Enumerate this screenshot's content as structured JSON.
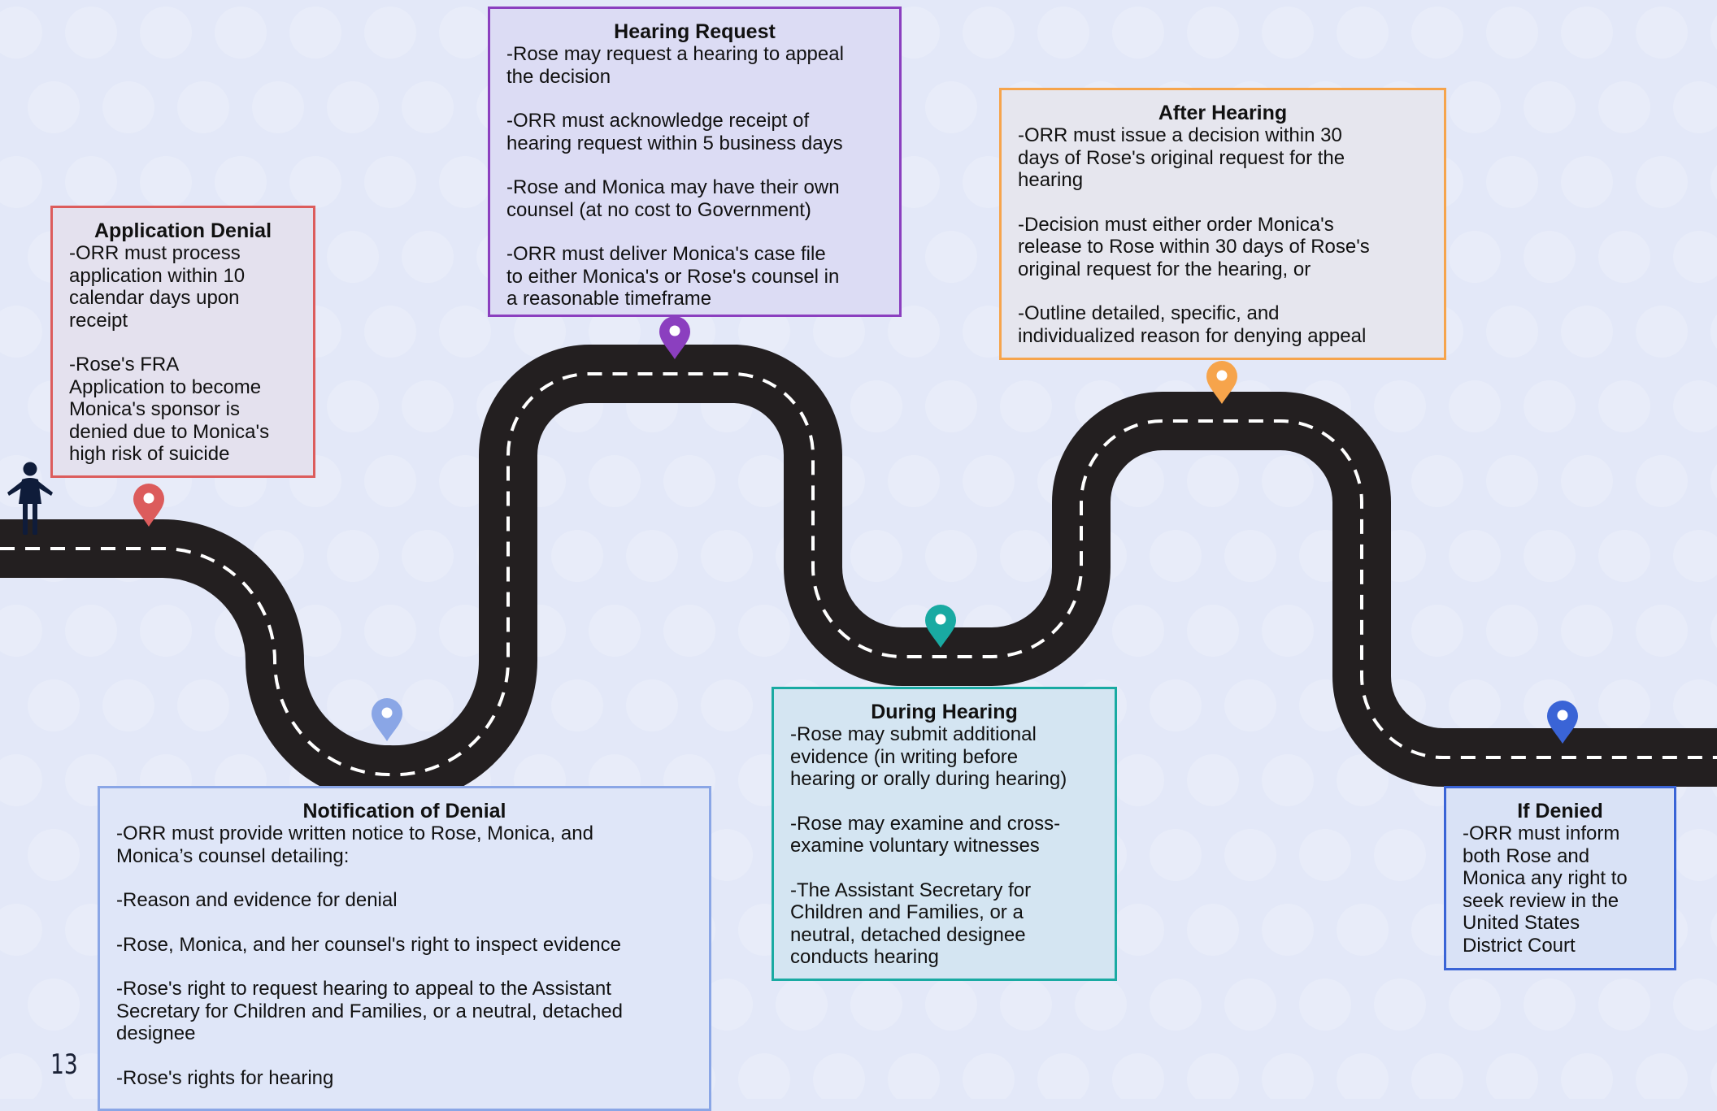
{
  "colors": {
    "background": "#e3e8f8",
    "road": "#231f20",
    "lane_marking": "#ffffff",
    "figure": "#0f1c3a"
  },
  "page_number": "13",
  "stops": [
    {
      "id": "application-denial",
      "title": "Application Denial",
      "lines": [
        "-ORR must process\napplication within 10\ncalendar days upon\nreceipt",
        "-Rose's FRA\nApplication to become\nMonica's sponsor is\ndenied due to Monica's\nhigh risk of suicide"
      ],
      "color": "#dc5c5c",
      "fill": "#e4e1ee",
      "icon": "map-pin-icon"
    },
    {
      "id": "notification-of-denial",
      "title": "Notification of Denial",
      "lines": [
        "-ORR must provide written notice to Rose, Monica, and\nMonica’s counsel detailing:",
        "-Reason and evidence for denial",
        "-Rose, Monica, and her counsel's right to inspect evidence",
        "-Rose's right to request hearing to appeal to the Assistant\nSecretary for Children and Families, or a neutral, detached\ndesignee",
        "-Rose's rights for hearing"
      ],
      "color": "#8aa6e6",
      "fill": "#dfe6f8",
      "icon": "map-pin-icon"
    },
    {
      "id": "hearing-request",
      "title": "Hearing Request",
      "lines": [
        "-Rose may request a hearing to appeal\nthe decision",
        "-ORR must acknowledge receipt of\nhearing request within 5 business days",
        "-Rose and Monica may have their own\ncounsel (at no cost to Government)",
        "-ORR must deliver Monica's case file\nto either Monica's or Rose's counsel in\na reasonable timeframe"
      ],
      "color": "#8b3fbf",
      "fill": "#dcdcf4",
      "icon": "map-pin-icon"
    },
    {
      "id": "during-hearing",
      "title": "During Hearing",
      "lines": [
        "-Rose may submit additional\nevidence (in writing before\nhearing or orally during hearing)",
        "-Rose may examine and cross-\nexamine voluntary witnesses",
        "-The Assistant Secretary for\nChildren and Families, or a\nneutral, detached designee\nconducts hearing"
      ],
      "color": "#19aaa2",
      "fill": "#d4e5f2",
      "icon": "map-pin-icon"
    },
    {
      "id": "after-hearing",
      "title": "After Hearing",
      "lines": [
        "-ORR must issue a decision within 30\ndays of Rose's original request for the\nhearing",
        "-Decision must either order Monica's\nrelease to Rose within 30 days of Rose's\noriginal request for the hearing, or",
        "-Outline detailed, specific, and\nindividualized reason for denying appeal"
      ],
      "color": "#f6a44b",
      "fill": "#e6e6ee",
      "icon": "map-pin-icon"
    },
    {
      "id": "if-denied",
      "title": "If Denied",
      "lines": [
        "-ORR must inform\nboth Rose and\nMonica any right to\nseek review in the\nUnited States\nDistrict Court"
      ],
      "color": "#3a64d6",
      "fill": "#d9e2f6",
      "icon": "map-pin-icon"
    }
  ],
  "traveler_icon": "person-icon"
}
